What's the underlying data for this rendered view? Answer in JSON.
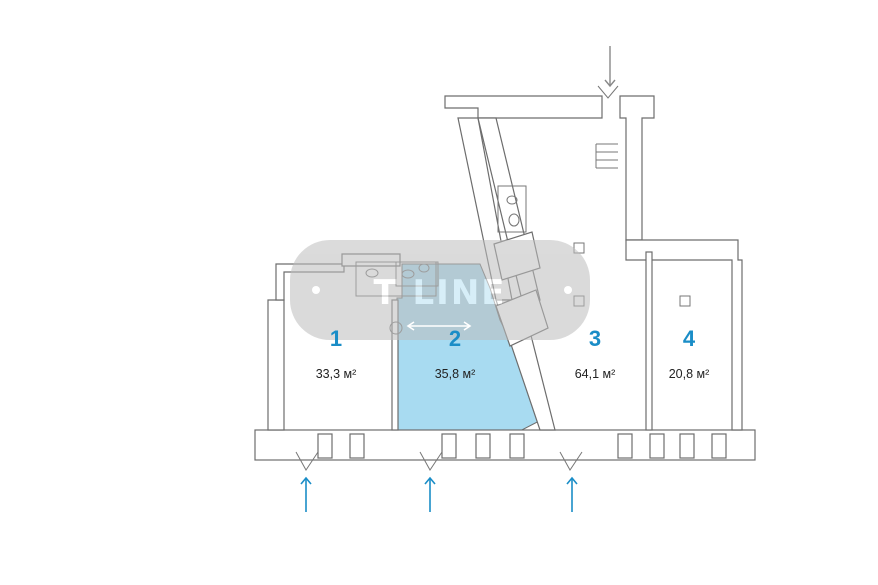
{
  "watermark": {
    "text": "T LINE"
  },
  "rooms": [
    {
      "number": "1",
      "area": "33,3 м²",
      "highlighted": false
    },
    {
      "number": "2",
      "area": "35,8 м²",
      "highlighted": true
    },
    {
      "number": "3",
      "area": "64,1 м²",
      "highlighted": false
    },
    {
      "number": "4",
      "area": "20,8 м²",
      "highlighted": false
    }
  ],
  "colors": {
    "highlight": "#a8dbf1",
    "label_blue": "#1a8dc7",
    "wall": "#6d6d6d",
    "watermark": "#c8c8c8"
  },
  "entrances": {
    "count": 3,
    "service_entrance": 1
  }
}
